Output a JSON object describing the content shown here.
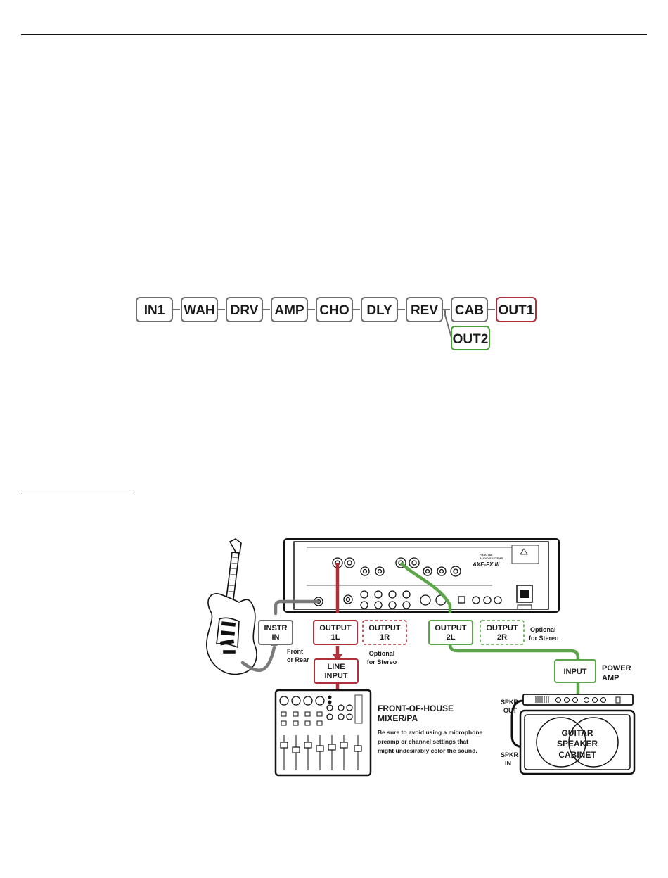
{
  "chain": {
    "blocks": [
      "IN1",
      "WAH",
      "DRV",
      "AMP",
      "CHO",
      "DLY",
      "REV",
      "CAB"
    ],
    "out1": "OUT1",
    "out2": "OUT2",
    "colors": {
      "default": "#6e6e6e",
      "out1": "#b0303a",
      "out2": "#4d9a3c"
    }
  },
  "connection": {
    "instr_in": [
      "INSTR",
      "IN"
    ],
    "front_or_rear": [
      "Front",
      "or Rear"
    ],
    "output_1l": [
      "OUTPUT",
      "1L"
    ],
    "output_1r": [
      "OUTPUT",
      "1R"
    ],
    "optional_1": [
      "Optional",
      "for Stereo"
    ],
    "line_input": [
      "LINE",
      "INPUT"
    ],
    "output_2l": [
      "OUTPUT",
      "2L"
    ],
    "output_2r": [
      "OUTPUT",
      "2R"
    ],
    "optional_2": [
      "Optional",
      "for Stereo"
    ],
    "input": "INPUT",
    "power_amp": [
      "POWER",
      "AMP"
    ],
    "foh_title": [
      "FRONT-OF-HOUSE",
      "MIXER/PA"
    ],
    "foh_note": [
      "Be sure to avoid using a microphone",
      "preamp or channel settings that",
      "might undesirably color the sound."
    ],
    "spkr_out": [
      "SPKR",
      "OUT"
    ],
    "spkr_in": [
      "SPKR",
      "IN"
    ],
    "cabinet": [
      "GUITAR",
      "SPEAKER",
      "CABINET"
    ],
    "brand": [
      "FRACTAL",
      "AUDIO SYSTEMS"
    ],
    "model": "AXE-FX III",
    "colors": {
      "red": "#b0303a",
      "green": "#5aa547",
      "gray": "#7a7a7a"
    }
  }
}
